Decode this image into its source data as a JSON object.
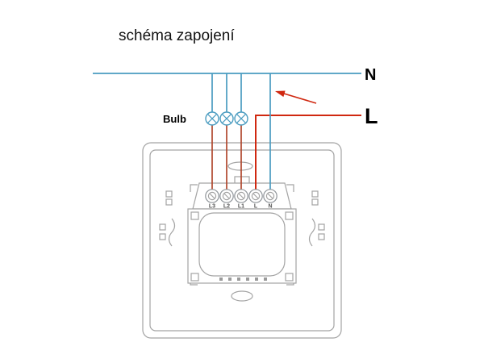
{
  "title": "schéma zapojení",
  "labels": {
    "neutral": "N",
    "live": "L",
    "bulb": "Bulb"
  },
  "terminals": {
    "labels": [
      "L3",
      "L2",
      "L1",
      "L",
      "N"
    ]
  },
  "bulbs": {
    "count": 3
  },
  "colors": {
    "wire-blue": "#4a9cc0",
    "wire-red": "#b0482e",
    "live-red": "#d02810",
    "outline": "#a3a3a3",
    "ink": "#111111"
  }
}
